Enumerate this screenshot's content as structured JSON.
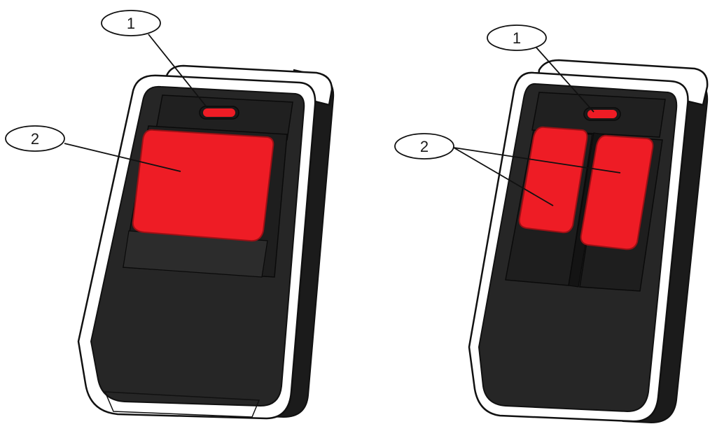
{
  "left_remote": {
    "callouts": [
      {
        "number": "1",
        "target": "led-indicator"
      },
      {
        "number": "2",
        "target": "button"
      }
    ]
  },
  "right_remote": {
    "callouts": [
      {
        "number": "1",
        "target": "led-indicator"
      },
      {
        "number": "2",
        "target": "buttons"
      }
    ]
  },
  "colors": {
    "body": "#262626",
    "body_shade": "#1b1b1b",
    "frame": "#ffffff",
    "outline": "#111111",
    "button": "#ee1c25",
    "button_edge": "#9b1015",
    "callout_line": "#111111"
  }
}
